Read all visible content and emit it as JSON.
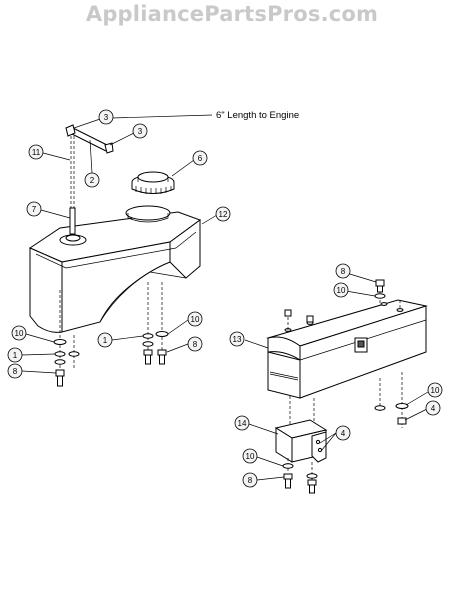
{
  "watermark": "AppliancePartsPros.com",
  "note": "6\" Length to Engine",
  "callouts": {
    "c3a": "3",
    "c3b": "3",
    "c11": "11",
    "c2": "2",
    "c6": "6",
    "c7": "7",
    "c12": "12",
    "c10a": "10",
    "c1a": "1",
    "c8a": "8",
    "c1b": "1",
    "c10b": "10",
    "c8b": "8",
    "c8c": "8",
    "c10c": "10",
    "c13": "13",
    "c10d": "10",
    "c4a": "4",
    "c14": "14",
    "c4b": "4",
    "c10e": "10",
    "c8d": "8"
  }
}
